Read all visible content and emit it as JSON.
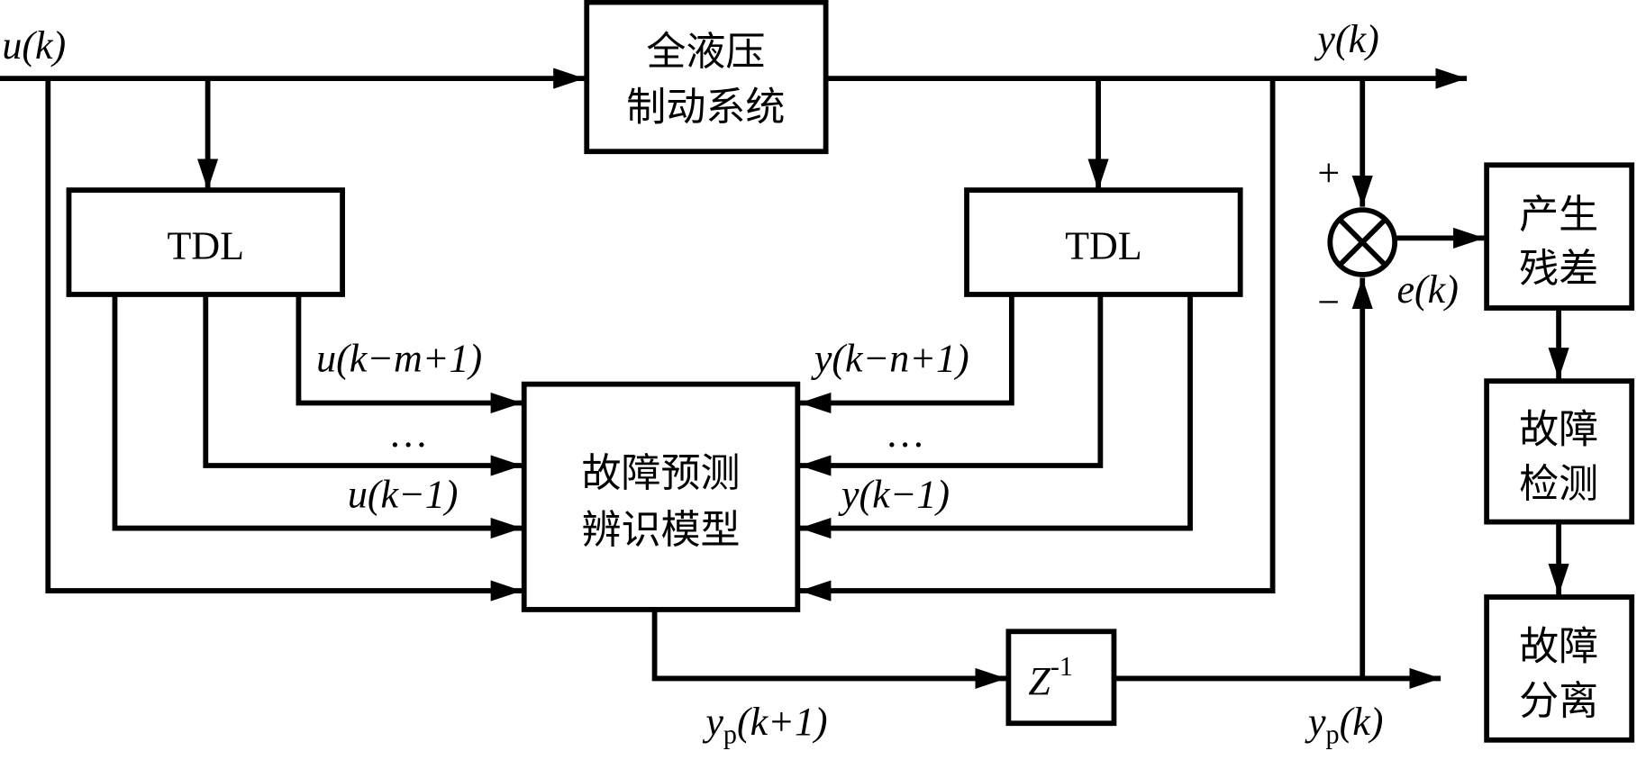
{
  "diagram": {
    "title": "Fault prediction identification model block diagram",
    "blocks": {
      "plant_line1": "全液压",
      "plant_line2": "制动系统",
      "tdl_left": "TDL",
      "tdl_right": "TDL",
      "model_line1": "故障预测",
      "model_line2": "辨识模型",
      "delay_base": "Z",
      "delay_exp": "-1",
      "residual_line1": "产生",
      "residual_line2": "残差",
      "detect_line1": "故障",
      "detect_line2": "检测",
      "isolate_line1": "故障",
      "isolate_line2": "分离"
    },
    "signals": {
      "input": "u(k)",
      "output": "y(k)",
      "u_km1": "u(k−m+1)",
      "u_dots": "…",
      "u_k1": "u(k−1)",
      "y_kn1": "y(k−n+1)",
      "y_dots": "…",
      "y_k1": "y(k−1)",
      "error": "e(k)",
      "yp_next_base": "y",
      "yp_next_sub": "p",
      "yp_next_arg": "(k+1)",
      "yp_base": "y",
      "yp_sub": "p",
      "yp_arg": "(k)",
      "plus": "+",
      "minus": "−"
    }
  }
}
